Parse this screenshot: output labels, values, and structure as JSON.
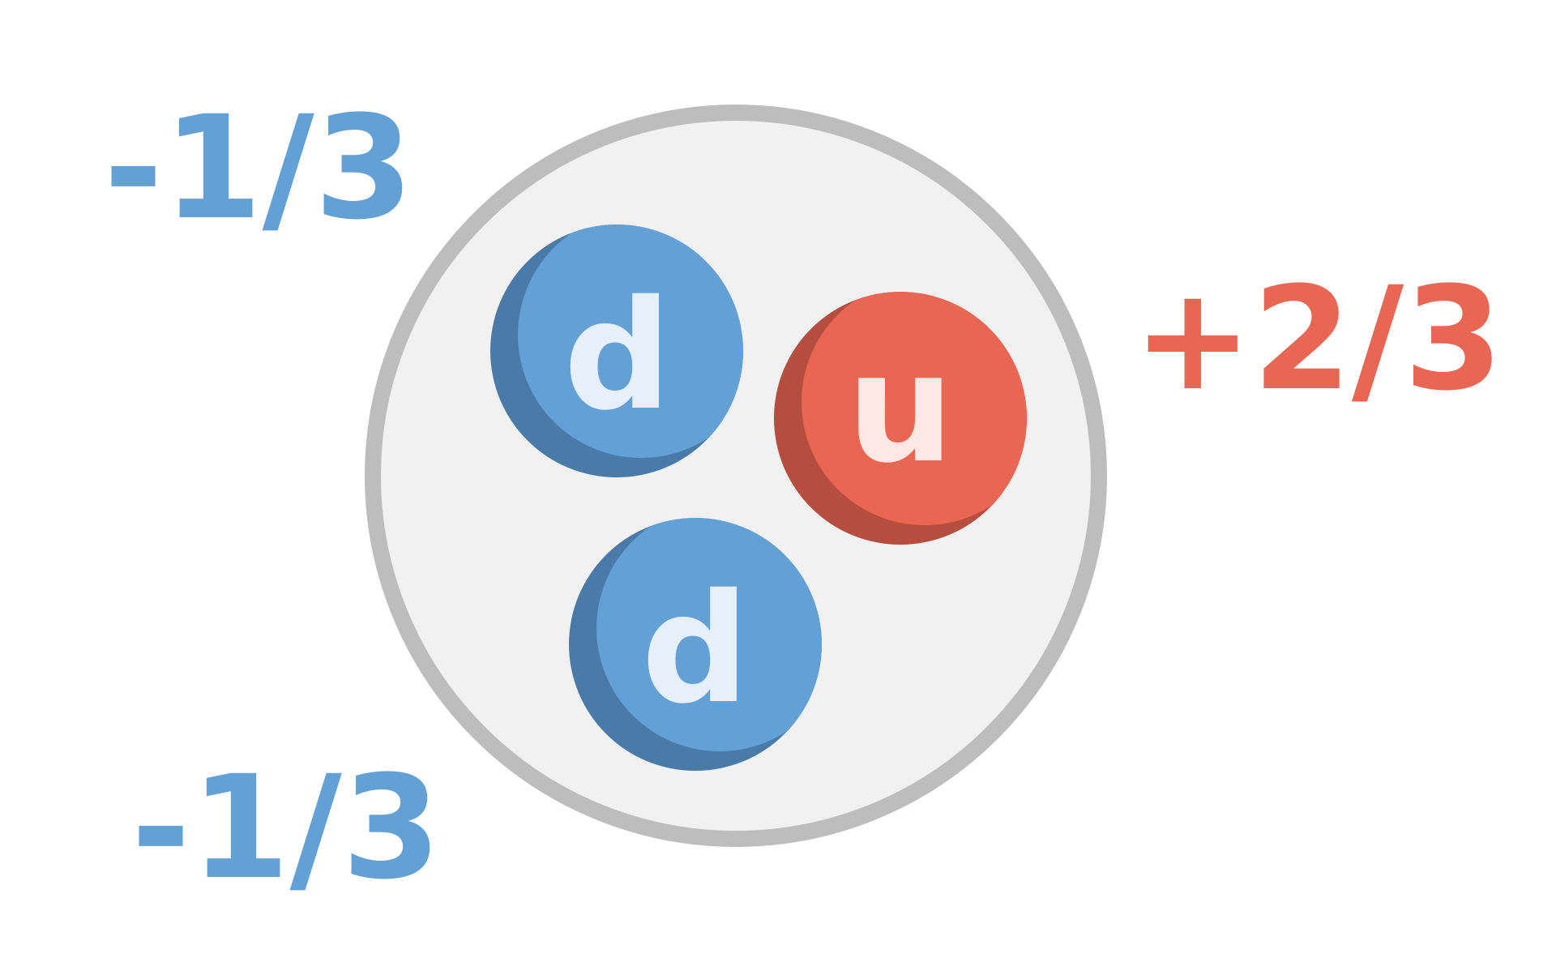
{
  "colors": {
    "background": "#ffffff",
    "nucleon_fill": "#f1f1f1",
    "nucleon_border": "#bdbdbd",
    "down_quark": "#63a0d6",
    "down_quark_shadow": "#4a7aa8",
    "down_letter": "#e6f0fb",
    "up_quark": "#e96752",
    "up_quark_shadow": "#b54e3f",
    "up_letter": "#fde8e3"
  },
  "quarks": [
    {
      "id": "down-1",
      "letter": "d",
      "flavor": "down",
      "charge": "-1/3"
    },
    {
      "id": "up-1",
      "letter": "u",
      "flavor": "up",
      "charge": "+2/3"
    },
    {
      "id": "down-2",
      "letter": "d",
      "flavor": "down",
      "charge": "-1/3"
    }
  ]
}
